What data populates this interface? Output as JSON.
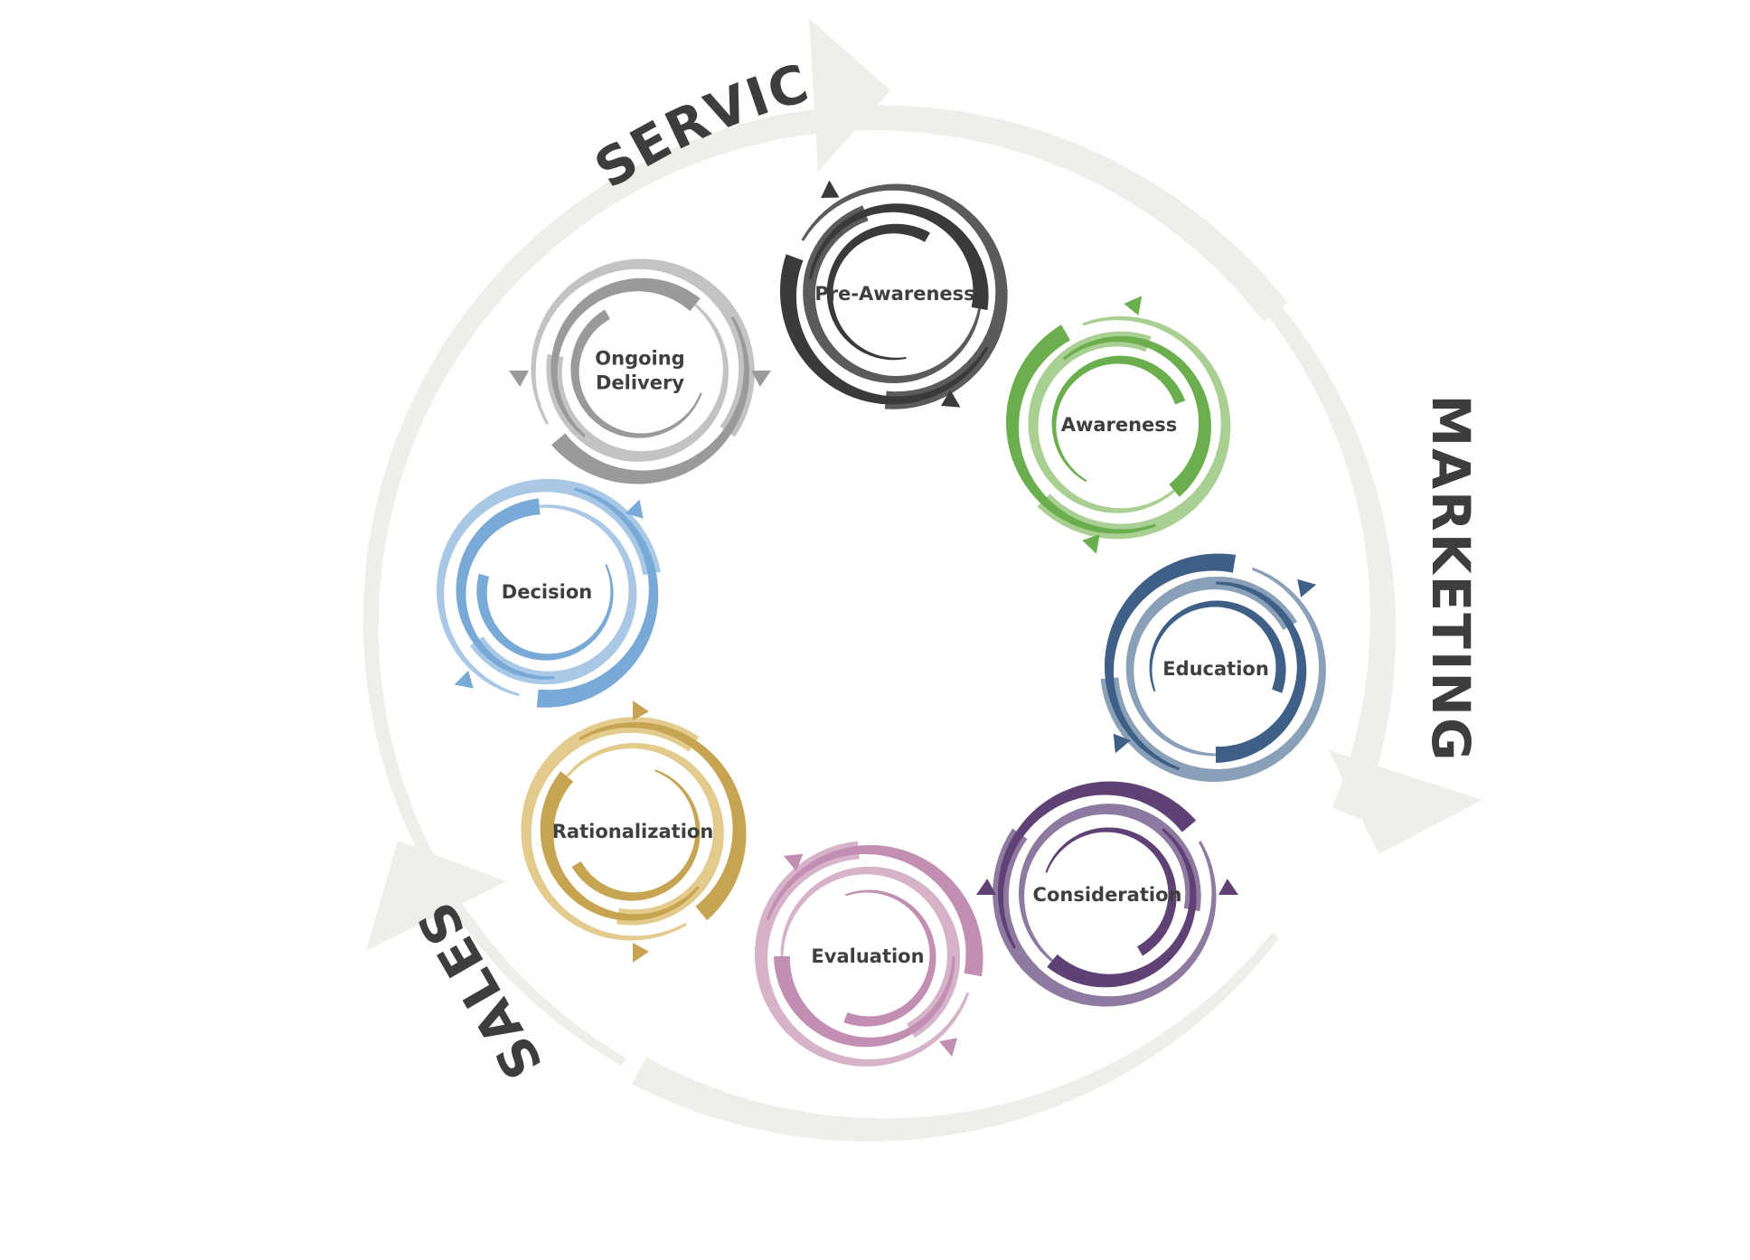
{
  "phases": [
    {
      "id": "services",
      "label": "SERVICES"
    },
    {
      "id": "marketing",
      "label": "MARKETING"
    },
    {
      "id": "sales",
      "label": "SALES"
    }
  ],
  "stages": [
    {
      "id": "pre-awareness",
      "lines": [
        "Pre-Awareness"
      ],
      "color_outer": "#5b5b5b",
      "color_inner": "#3a3a3a"
    },
    {
      "id": "awareness",
      "lines": [
        "Awareness"
      ],
      "color_outer": "#a9cf92",
      "color_inner": "#6aae4e"
    },
    {
      "id": "education",
      "lines": [
        "Education"
      ],
      "color_outer": "#8aa0b8",
      "color_inner": "#3e5f86"
    },
    {
      "id": "consideration",
      "lines": [
        "Consideration"
      ],
      "color_outer": "#8e7aa0",
      "color_inner": "#5f4275"
    },
    {
      "id": "evaluation",
      "lines": [
        "Evaluation"
      ],
      "color_outer": "#d7b3ca",
      "color_inner": "#c28fb2"
    },
    {
      "id": "rationalization",
      "lines": [
        "Rationalization"
      ],
      "color_outer": "#e2cb8d",
      "color_inner": "#c6a452"
    },
    {
      "id": "decision",
      "lines": [
        "Decision"
      ],
      "color_outer": "#a9c8e6",
      "color_inner": "#79a9d6"
    },
    {
      "id": "ongoing-delivery",
      "lines": [
        "Ongoing",
        "Delivery"
      ],
      "color_outer": "#c3c3c3",
      "color_inner": "#9a9a9a"
    }
  ],
  "colors": {
    "outer_ring": "#f0eeeb",
    "label_text": "#3f3f3f"
  }
}
